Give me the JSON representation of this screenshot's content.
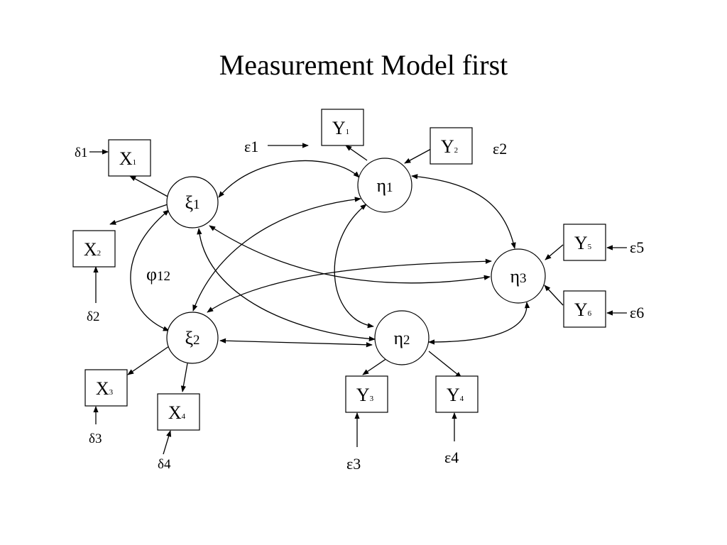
{
  "title": "Measurement Model first",
  "latent_variables": {
    "xi1": {
      "symbol": "ξ",
      "index": "1"
    },
    "xi2": {
      "symbol": "ξ",
      "index": "2"
    },
    "eta1": {
      "symbol": "η",
      "index": "1"
    },
    "eta2": {
      "symbol": "η",
      "index": "2"
    },
    "eta3": {
      "symbol": "η",
      "index": "3"
    }
  },
  "indicators": {
    "x1": {
      "letter": "X",
      "sub": "1"
    },
    "x2": {
      "letter": "X",
      "sub": "2"
    },
    "x3": {
      "letter": "X",
      "sub": "3"
    },
    "x4": {
      "letter": "X",
      "sub": "4"
    },
    "y1": {
      "letter": "Y",
      "sub": "1"
    },
    "y2": {
      "letter": "Y",
      "sub": "2"
    },
    "y3": {
      "letter": "Y",
      "sub": "3"
    },
    "y4": {
      "letter": "Y",
      "sub": "4"
    },
    "y5": {
      "letter": "Y",
      "sub": "5"
    },
    "y6": {
      "letter": "Y",
      "sub": "6"
    }
  },
  "error_terms": {
    "d1": "δ1",
    "d2": "δ2",
    "d3": "δ3",
    "d4": "δ4",
    "e1": "ε1",
    "e2": "ε2",
    "e3": "ε3",
    "e4": "ε4",
    "e5": "ε5",
    "e6": "ε6"
  },
  "covariance_label": {
    "symbol": "φ",
    "index": "12"
  }
}
